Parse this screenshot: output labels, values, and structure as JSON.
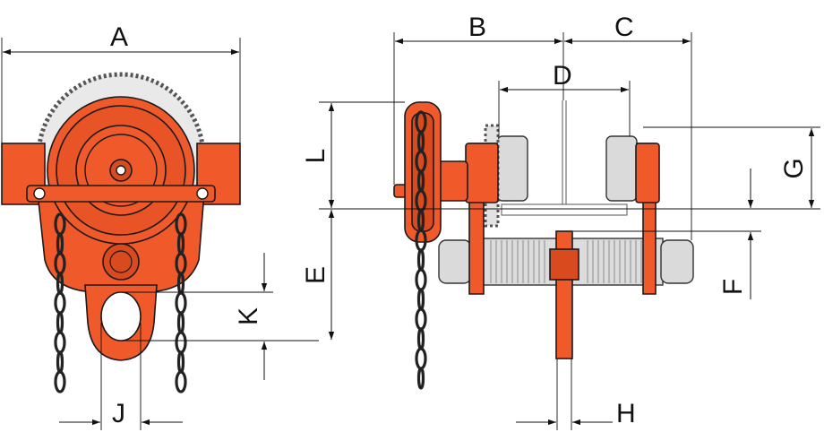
{
  "diagram": {
    "colors": {
      "body": "#f0592a",
      "body_shadow": "#d94a1f",
      "steel": "#dadada",
      "outline": "#1a1a1a"
    },
    "dimension_labels": {
      "A": "A",
      "B": "B",
      "C": "C",
      "D": "D",
      "E": "E",
      "F": "F",
      "G": "G",
      "H": "H",
      "J": "J",
      "K": "K",
      "L": "L"
    }
  }
}
